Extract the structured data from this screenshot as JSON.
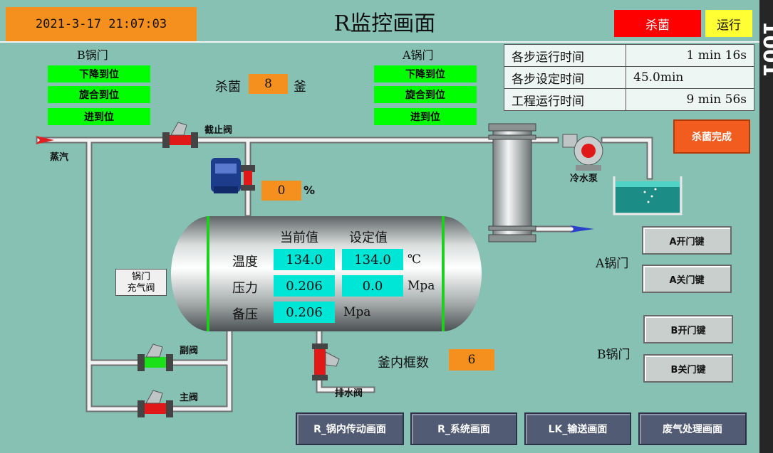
{
  "header": {
    "datetime": "2021-3-17  21:07:03",
    "title": "R监控画面",
    "mode_label": "杀菌",
    "mode_color": "#ff0000",
    "run_label": "运行",
    "run_color": "#ffff33",
    "edge_text": "1001"
  },
  "b_door_status": {
    "title": "B锅门",
    "items": [
      "下降到位",
      "旋合到位",
      "进到位"
    ]
  },
  "a_door_status": {
    "title": "A锅门",
    "items": [
      "下降到位",
      "旋合到位",
      "进到位"
    ]
  },
  "sterilize": {
    "label": "杀菌",
    "kettle_no": "8",
    "unit": "釜"
  },
  "timing": {
    "rows": [
      {
        "label": "各步运行时间",
        "value": "1  min 16s"
      },
      {
        "label": "各步设定时间",
        "value": "45.0min"
      },
      {
        "label": "工程运行时间",
        "value": "9  min 56s"
      }
    ]
  },
  "complete_button": "杀菌完成",
  "labels": {
    "steam": "蒸汽",
    "stop_valve": "截止阀",
    "cold_pump": "冷水泵",
    "aux_valve": "副阀",
    "main_valve": "主阀",
    "drain_valve": "排水阀",
    "door_air_valve_line1": "锅门",
    "door_air_valve_line2": "充气阀"
  },
  "control_valve": {
    "opening": "0",
    "unit": "%"
  },
  "tank": {
    "header_current": "当前值",
    "header_set": "设定值",
    "rows": [
      {
        "label": "温度",
        "current": "134.0",
        "set": "134.0",
        "unit": "℃"
      },
      {
        "label": "压力",
        "current": "0.206",
        "set": "0.0",
        "unit": "Mpa"
      },
      {
        "label": "备压",
        "current": "0.206",
        "unit": "Mpa"
      }
    ]
  },
  "frames": {
    "label": "釜内框数",
    "value": "6"
  },
  "door_controls": {
    "a_title": "A锅门",
    "a_open": "A开门键",
    "a_close": "A关门键",
    "b_title": "B锅门",
    "b_open": "B开门键",
    "b_close": "B关门键"
  },
  "nav": [
    "R_锅内传动画面",
    "R_系统画面",
    "LK_输送画面",
    "废气处理画面"
  ]
}
